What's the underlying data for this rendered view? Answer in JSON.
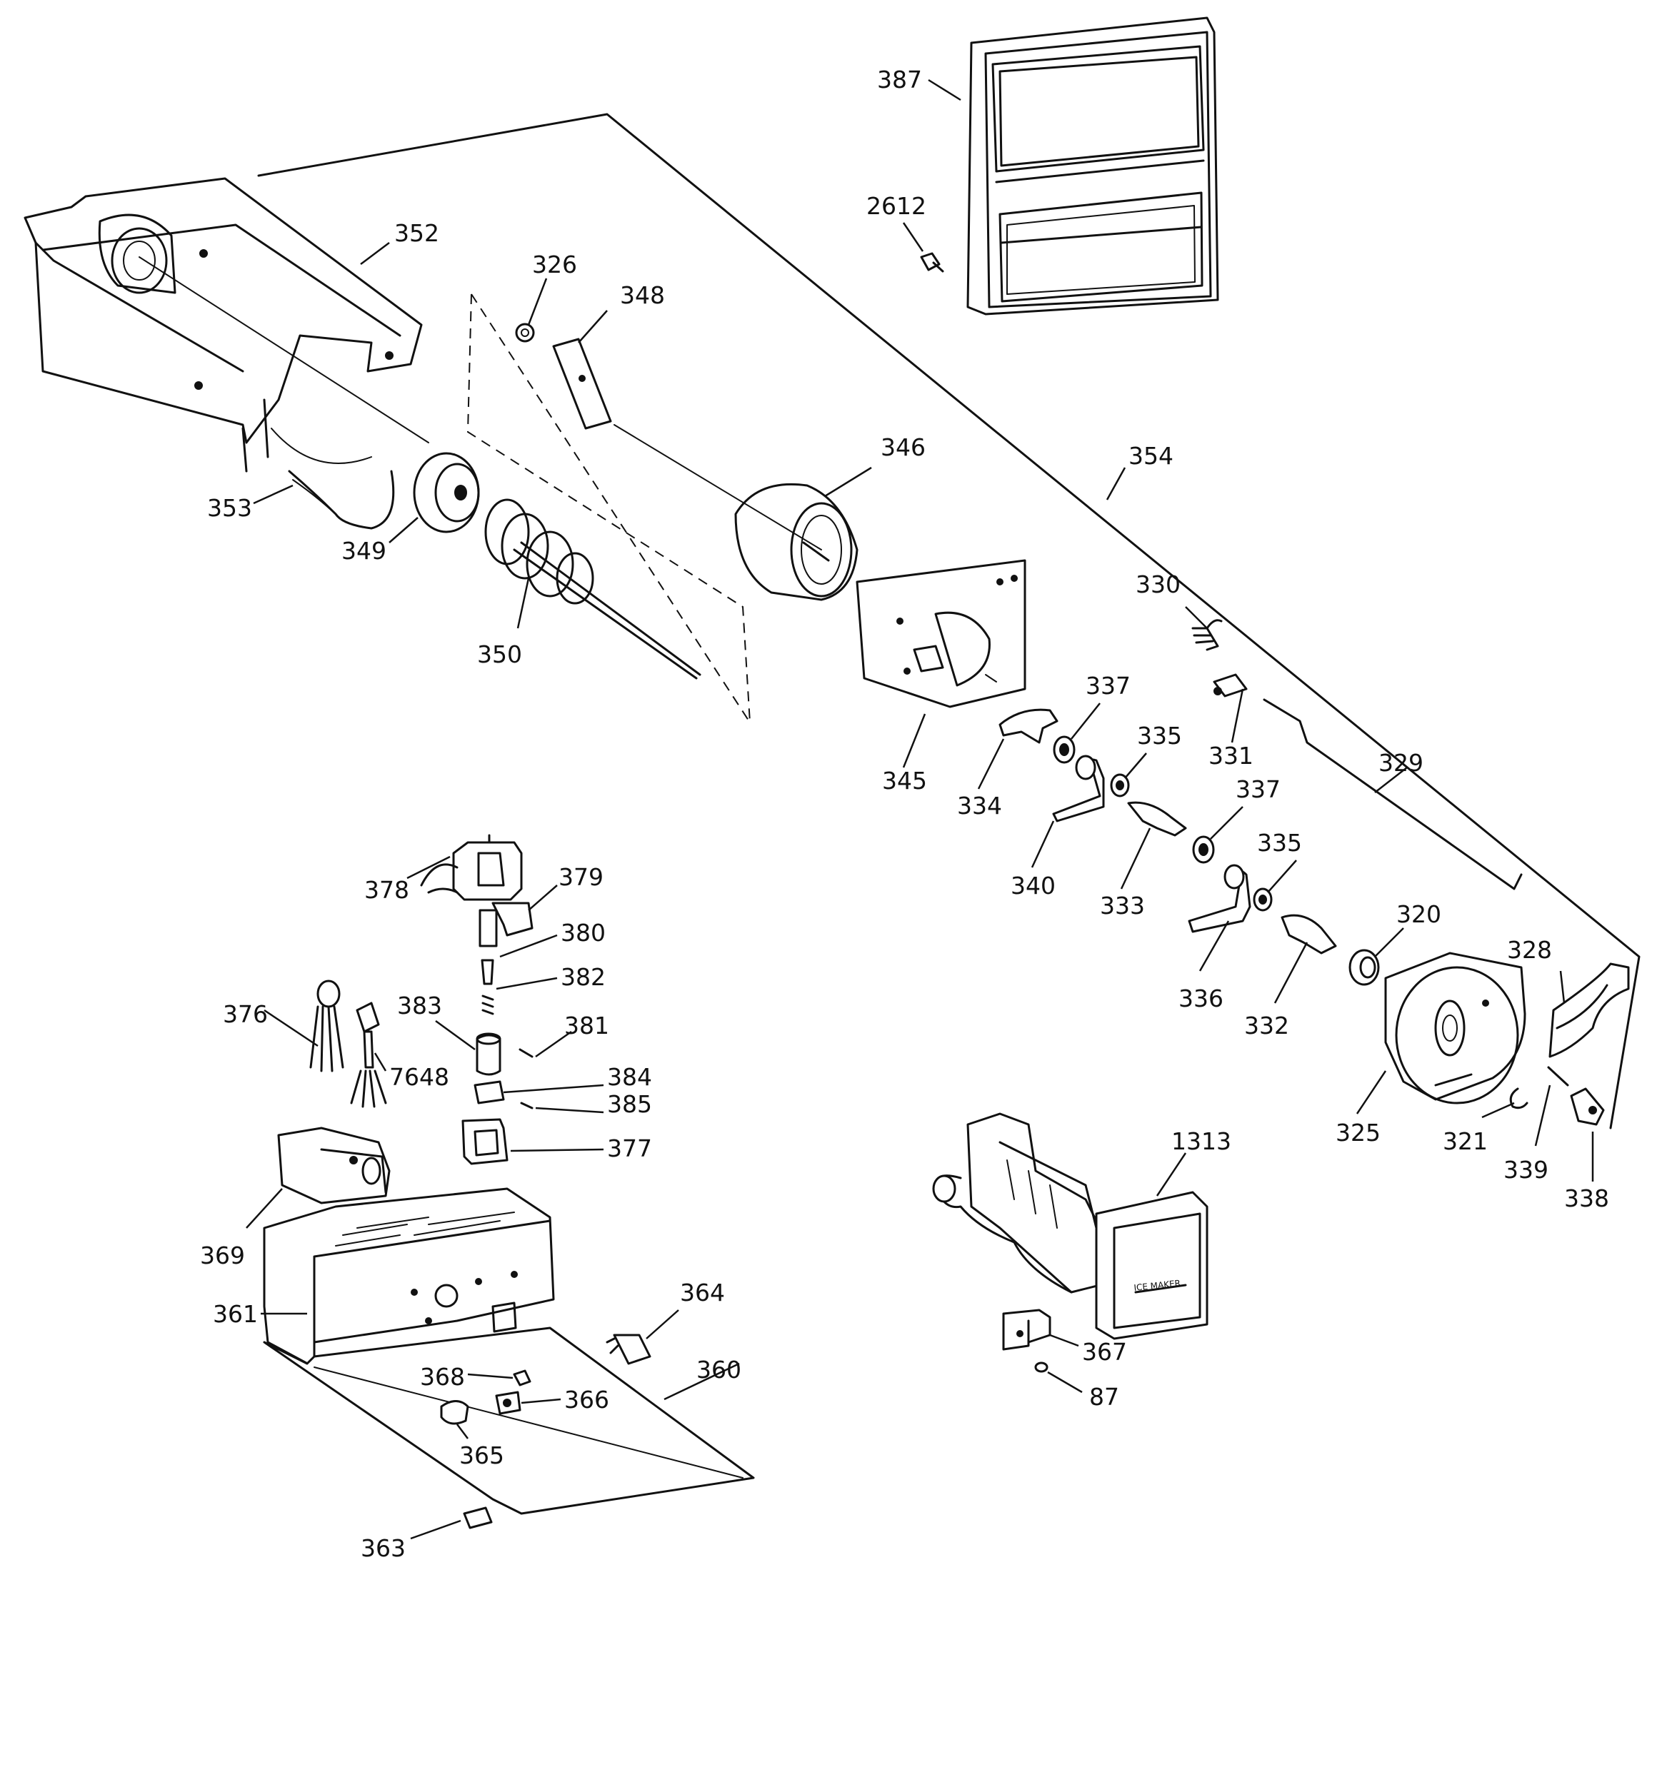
{
  "parts": [
    {
      "id": "p352",
      "label": "352"
    },
    {
      "id": "p326",
      "label": "326"
    },
    {
      "id": "p348",
      "label": "348"
    },
    {
      "id": "p387",
      "label": "387"
    },
    {
      "id": "p2612",
      "label": "2612"
    },
    {
      "id": "p353",
      "label": "353"
    },
    {
      "id": "p349",
      "label": "349"
    },
    {
      "id": "p346",
      "label": "346"
    },
    {
      "id": "p354",
      "label": "354"
    },
    {
      "id": "p350",
      "label": "350"
    },
    {
      "id": "p330",
      "label": "330"
    },
    {
      "id": "p337a",
      "label": "337"
    },
    {
      "id": "p331",
      "label": "331"
    },
    {
      "id": "p335a",
      "label": "335"
    },
    {
      "id": "p329",
      "label": "329"
    },
    {
      "id": "p345",
      "label": "345"
    },
    {
      "id": "p334",
      "label": "334"
    },
    {
      "id": "p337b",
      "label": "337"
    },
    {
      "id": "p378",
      "label": "378"
    },
    {
      "id": "p379",
      "label": "379"
    },
    {
      "id": "p340",
      "label": "340"
    },
    {
      "id": "p333",
      "label": "333"
    },
    {
      "id": "p335b",
      "label": "335"
    },
    {
      "id": "p380",
      "label": "380"
    },
    {
      "id": "p320",
      "label": "320"
    },
    {
      "id": "p382",
      "label": "382"
    },
    {
      "id": "p328",
      "label": "328"
    },
    {
      "id": "p383",
      "label": "383"
    },
    {
      "id": "p336",
      "label": "336"
    },
    {
      "id": "p376",
      "label": "376"
    },
    {
      "id": "p381",
      "label": "381"
    },
    {
      "id": "p332",
      "label": "332"
    },
    {
      "id": "p7648",
      "label": "7648"
    },
    {
      "id": "p384",
      "label": "384"
    },
    {
      "id": "p385",
      "label": "385"
    },
    {
      "id": "p377",
      "label": "377"
    },
    {
      "id": "p325",
      "label": "325"
    },
    {
      "id": "p321",
      "label": "321"
    },
    {
      "id": "p1313",
      "label": "1313"
    },
    {
      "id": "p339",
      "label": "339"
    },
    {
      "id": "p338",
      "label": "338"
    },
    {
      "id": "p369",
      "label": "369"
    },
    {
      "id": "p364",
      "label": "364"
    },
    {
      "id": "p361",
      "label": "361"
    },
    {
      "id": "p367",
      "label": "367"
    },
    {
      "id": "p360",
      "label": "360"
    },
    {
      "id": "p368",
      "label": "368"
    },
    {
      "id": "p366",
      "label": "366"
    },
    {
      "id": "p87",
      "label": "87"
    },
    {
      "id": "p365",
      "label": "365"
    },
    {
      "id": "p363",
      "label": "363"
    }
  ],
  "icemaker_badge": "ICE MAKER",
  "colors": {
    "ink": "#111111",
    "paper": "#ffffff"
  }
}
